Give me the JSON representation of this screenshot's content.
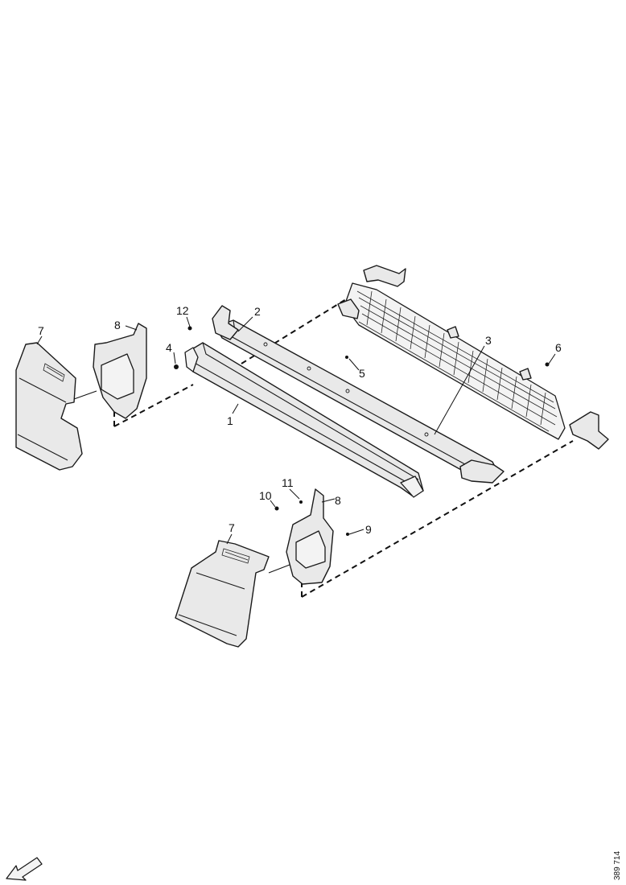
{
  "callouts": {
    "c1": "1",
    "c2": "2",
    "c3": "3",
    "c4": "4",
    "c5": "5",
    "c6": "6",
    "c7a": "7",
    "c7b": "7",
    "c8a": "8",
    "c8b": "8",
    "c9": "9",
    "c10": "10",
    "c11": "11",
    "c12": "12"
  },
  "reference_number": "389 714",
  "orientation_icon": "direction-arrow-icon"
}
